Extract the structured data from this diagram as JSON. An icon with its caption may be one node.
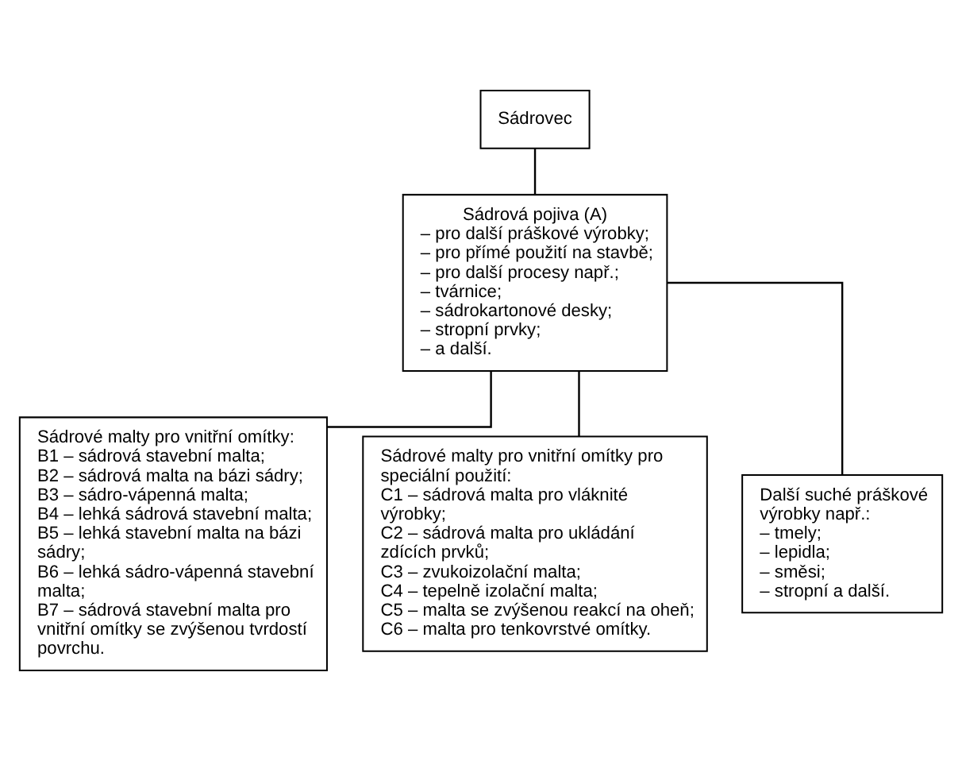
{
  "diagram": {
    "nodes": [
      {
        "text": [
          "Sádrovec"
        ]
      },
      {
        "text": [
          "Sádrová pojiva (A)",
          "– pro další práškové výrobky;",
          "– pro přímé použití na stavbě;",
          "– pro další procesy např.;",
          "– tvárnice;",
          "– sádrokartonové desky;",
          "– stropní prvky;",
          "– a další."
        ]
      },
      {
        "text": [
          "Sádrové malty pro vnitřní omítky:",
          "B1 – sádrová stavební malta;",
          "B2 – sádrová malta na bázi sádry;",
          "B3 – sádro-vápenná malta;",
          "B4 – lehká sádrová stavební malta;",
          "B5 – lehká stavební malta na bázi sádry;",
          "B6 – lehká sádro-vápenná stavební malta;",
          "B7 – sádrová stavební malta pro vnitřní omítky se zvýšenou tvrdostí povrchu."
        ]
      },
      {
        "text": [
          "Sádrové malty pro vnitřní omítky pro speciální použití:",
          "C1 – sádrová malta pro vláknité výrobky;",
          "C2 – sádrová malta pro ukládání zdících prvků;",
          "C3 – zvukoizolační malta;",
          "C4 – tepelně izolační malta;",
          "C5 – malta se zvýšenou reakcí na oheň;",
          "C6 – malta pro tenkovrstvé omítky."
        ]
      },
      {
        "text": [
          "Další suché práškové výrobky např.:",
          "– tmely;",
          "– lepidla;",
          "– směsi;",
          "– stropní a další."
        ]
      }
    ],
    "edges": [
      {
        "from": 0,
        "to": 1,
        "arrow": "none"
      },
      {
        "from": 1,
        "to": 2,
        "arrow": "none"
      },
      {
        "from": 1,
        "to": 3,
        "arrow": "none"
      },
      {
        "from": 1,
        "to": 4,
        "arrow": "none"
      }
    ]
  }
}
